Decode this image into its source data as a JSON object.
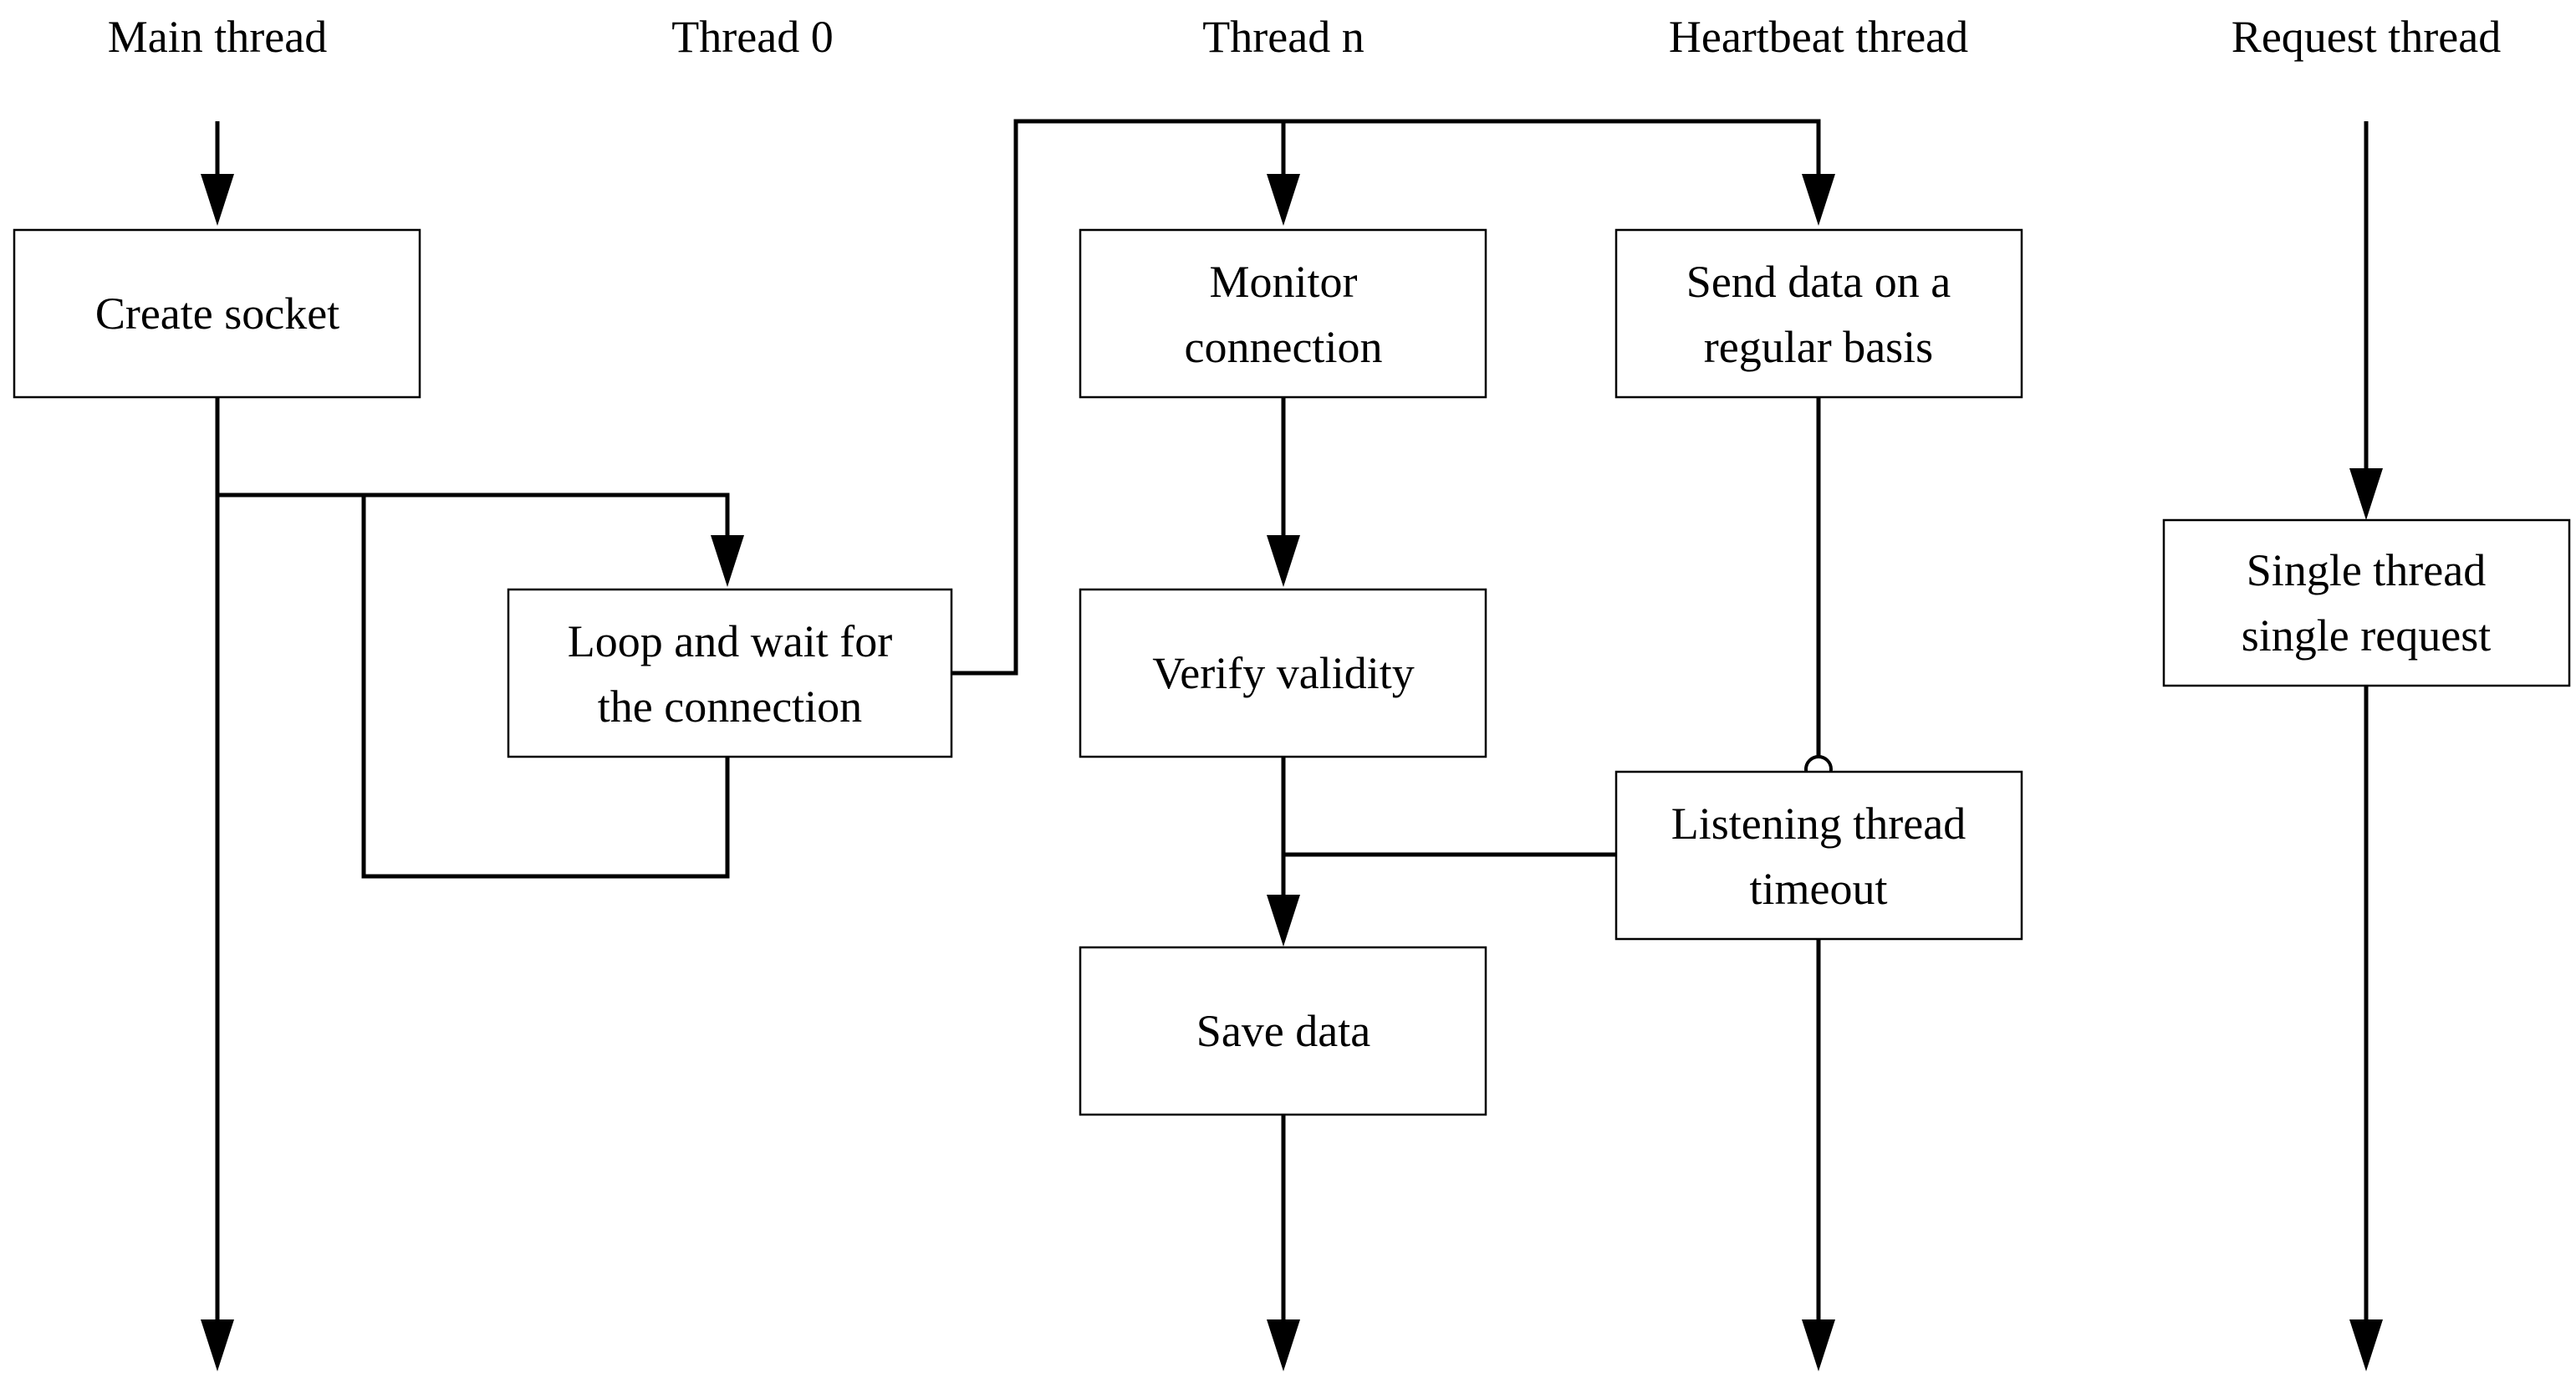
{
  "lanes": {
    "main": "Main thread",
    "thread0": "Thread 0",
    "threadn": "Thread n",
    "heartbeat": "Heartbeat thread",
    "request": "Request thread"
  },
  "boxes": {
    "create_socket": [
      "Create socket"
    ],
    "loop_wait": [
      "Loop and wait for",
      "the connection"
    ],
    "monitor": [
      "Monitor",
      "connection"
    ],
    "verify": [
      "Verify validity"
    ],
    "save": [
      "Save data"
    ],
    "send_data": [
      "Send data on a",
      "regular basis"
    ],
    "listening": [
      "Listening thread",
      "timeout"
    ],
    "single": [
      "Single thread",
      "single request"
    ]
  }
}
